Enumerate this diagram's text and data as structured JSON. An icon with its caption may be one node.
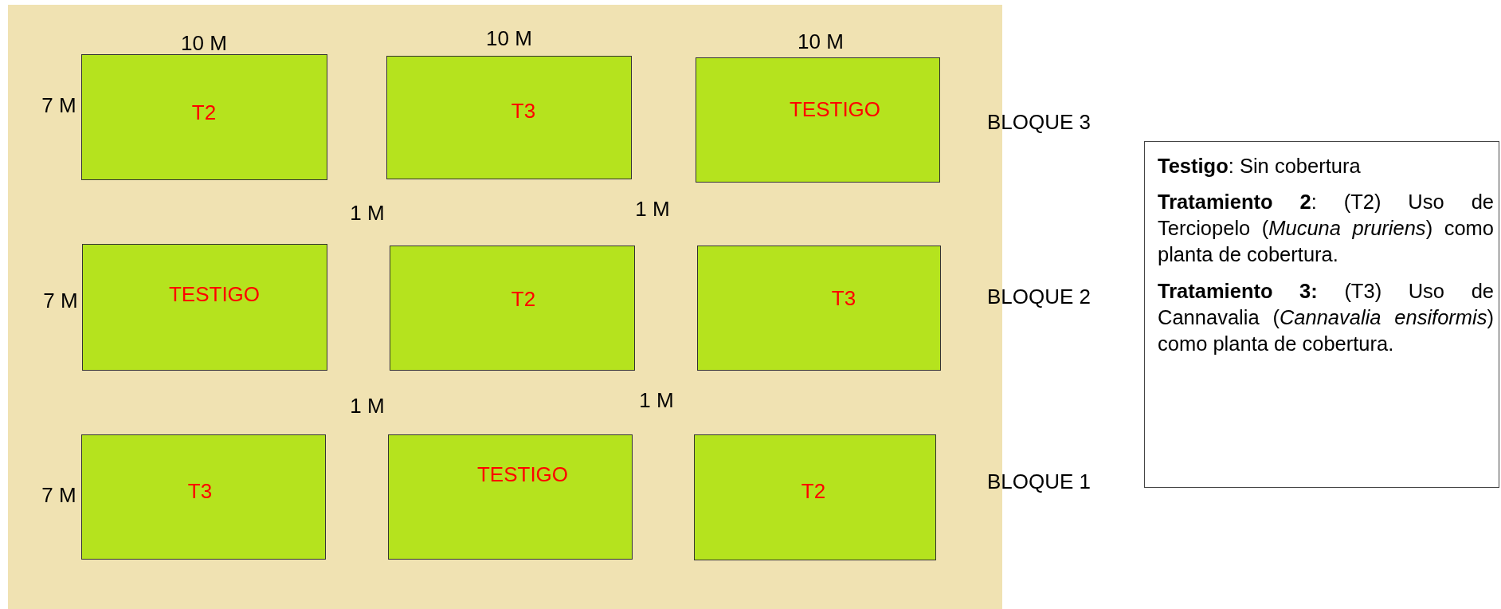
{
  "diagram": {
    "nodes": [
      {
        "text": [],
        "shape": "box"
      },
      {
        "text": [
          "T2"
        ],
        "in": 0
      },
      {
        "text": [
          "T3"
        ],
        "in": 0
      },
      {
        "text": [
          "TESTIGO"
        ],
        "in": 0
      },
      {
        "text": [
          "TESTIGO"
        ],
        "in": 0
      },
      {
        "text": [
          "T2"
        ],
        "in": 0
      },
      {
        "text": [
          "T3"
        ],
        "in": 0
      },
      {
        "text": [
          "T3"
        ],
        "in": 0
      },
      {
        "text": [
          "TESTIGO"
        ],
        "in": 0
      },
      {
        "text": [
          "T2"
        ],
        "in": 0
      },
      {
        "text": [
          "**Testigo**: Sin cobertura",
          "**Tratamiento 2**: (T2) Uso de Terciopelo (*Mucuna pruriens*) como planta de cobertura.",
          "**Tratamiento 3:** (T3) Uso de Cannavalia (*Cannavalia ensiformis*) como planta de cobertura."
        ]
      }
    ],
    "edges": [],
    "labels": [
      "10 M",
      "10 M",
      "10 M",
      "7 M",
      "BLOQUE 3",
      "1 M",
      "1 M",
      "7 M",
      "BLOQUE 2",
      "1 M",
      "1 M",
      "7 M",
      "BLOQUE 1"
    ]
  }
}
